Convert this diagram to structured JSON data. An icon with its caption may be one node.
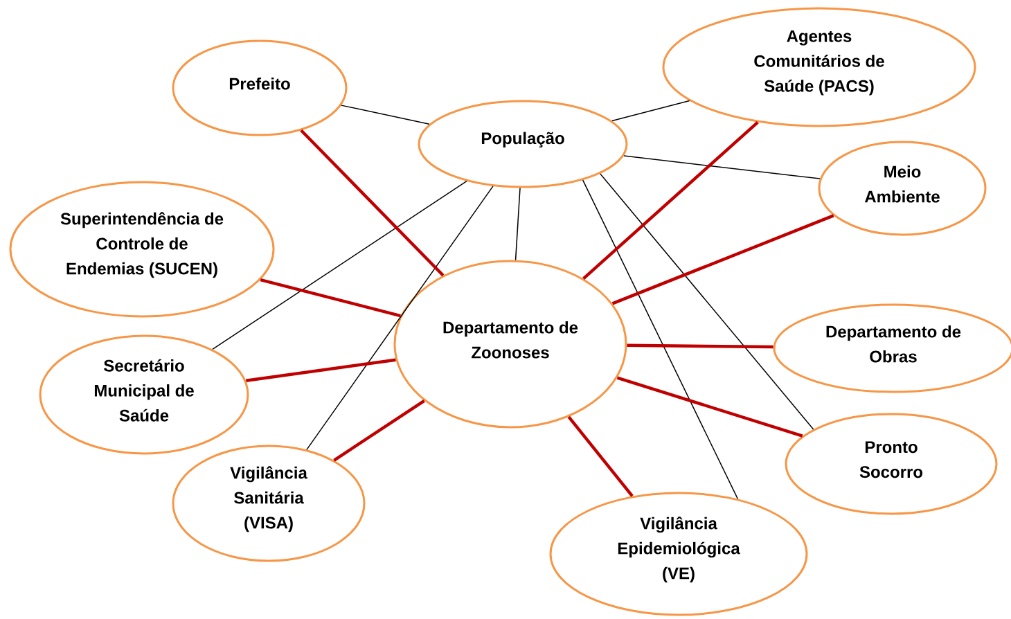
{
  "diagram": {
    "nodes": [
      {
        "text": [
          "Prefeito"
        ]
      },
      {
        "text": [
          "População"
        ]
      },
      {
        "text": [
          "Agentes Comunitários de Saúde (PACS)"
        ]
      },
      {
        "text": [
          "Meio Ambiente"
        ]
      },
      {
        "text": [
          "Superintendência de Controle de Endemias (SUCEN)"
        ]
      },
      {
        "text": [
          "Departamento de Zoonoses"
        ]
      },
      {
        "text": [
          "Departamento de Obras"
        ]
      },
      {
        "text": [
          "Secretário Municipal de Saúde"
        ]
      },
      {
        "text": [
          "Pronto Socorro"
        ]
      },
      {
        "text": [
          "Vigilância Sanitária (VISA)"
        ]
      },
      {
        "text": [
          "Vigilância Epidemiológica (VE)"
        ]
      }
    ],
    "edges": [
      {
        "from": 1,
        "to": 0,
        "arrow": "none",
        "color": "#000000"
      },
      {
        "from": 1,
        "to": 2,
        "arrow": "none",
        "color": "#000000"
      },
      {
        "from": 1,
        "to": 3,
        "arrow": "none",
        "color": "#000000"
      },
      {
        "from": 1,
        "to": 7,
        "arrow": "none",
        "color": "#000000"
      },
      {
        "from": 1,
        "to": 9,
        "arrow": "none",
        "color": "#000000"
      },
      {
        "from": 1,
        "to": 5,
        "arrow": "none",
        "color": "#000000"
      },
      {
        "from": 1,
        "to": 10,
        "arrow": "none",
        "color": "#000000"
      },
      {
        "from": 1,
        "to": 8,
        "arrow": "none",
        "color": "#000000"
      },
      {
        "from": 5,
        "to": 0,
        "arrow": "none"
      },
      {
        "from": 5,
        "to": 2,
        "arrow": "none"
      },
      {
        "from": 5,
        "to": 3,
        "arrow": "none"
      },
      {
        "from": 5,
        "to": 4,
        "arrow": "none"
      },
      {
        "from": 5,
        "to": 6,
        "arrow": "none"
      },
      {
        "from": 5,
        "to": 7,
        "arrow": "none"
      },
      {
        "from": 5,
        "to": 8,
        "arrow": "none"
      },
      {
        "from": 5,
        "to": 9,
        "arrow": "none"
      },
      {
        "from": 5,
        "to": 10,
        "arrow": "none"
      }
    ]
  }
}
